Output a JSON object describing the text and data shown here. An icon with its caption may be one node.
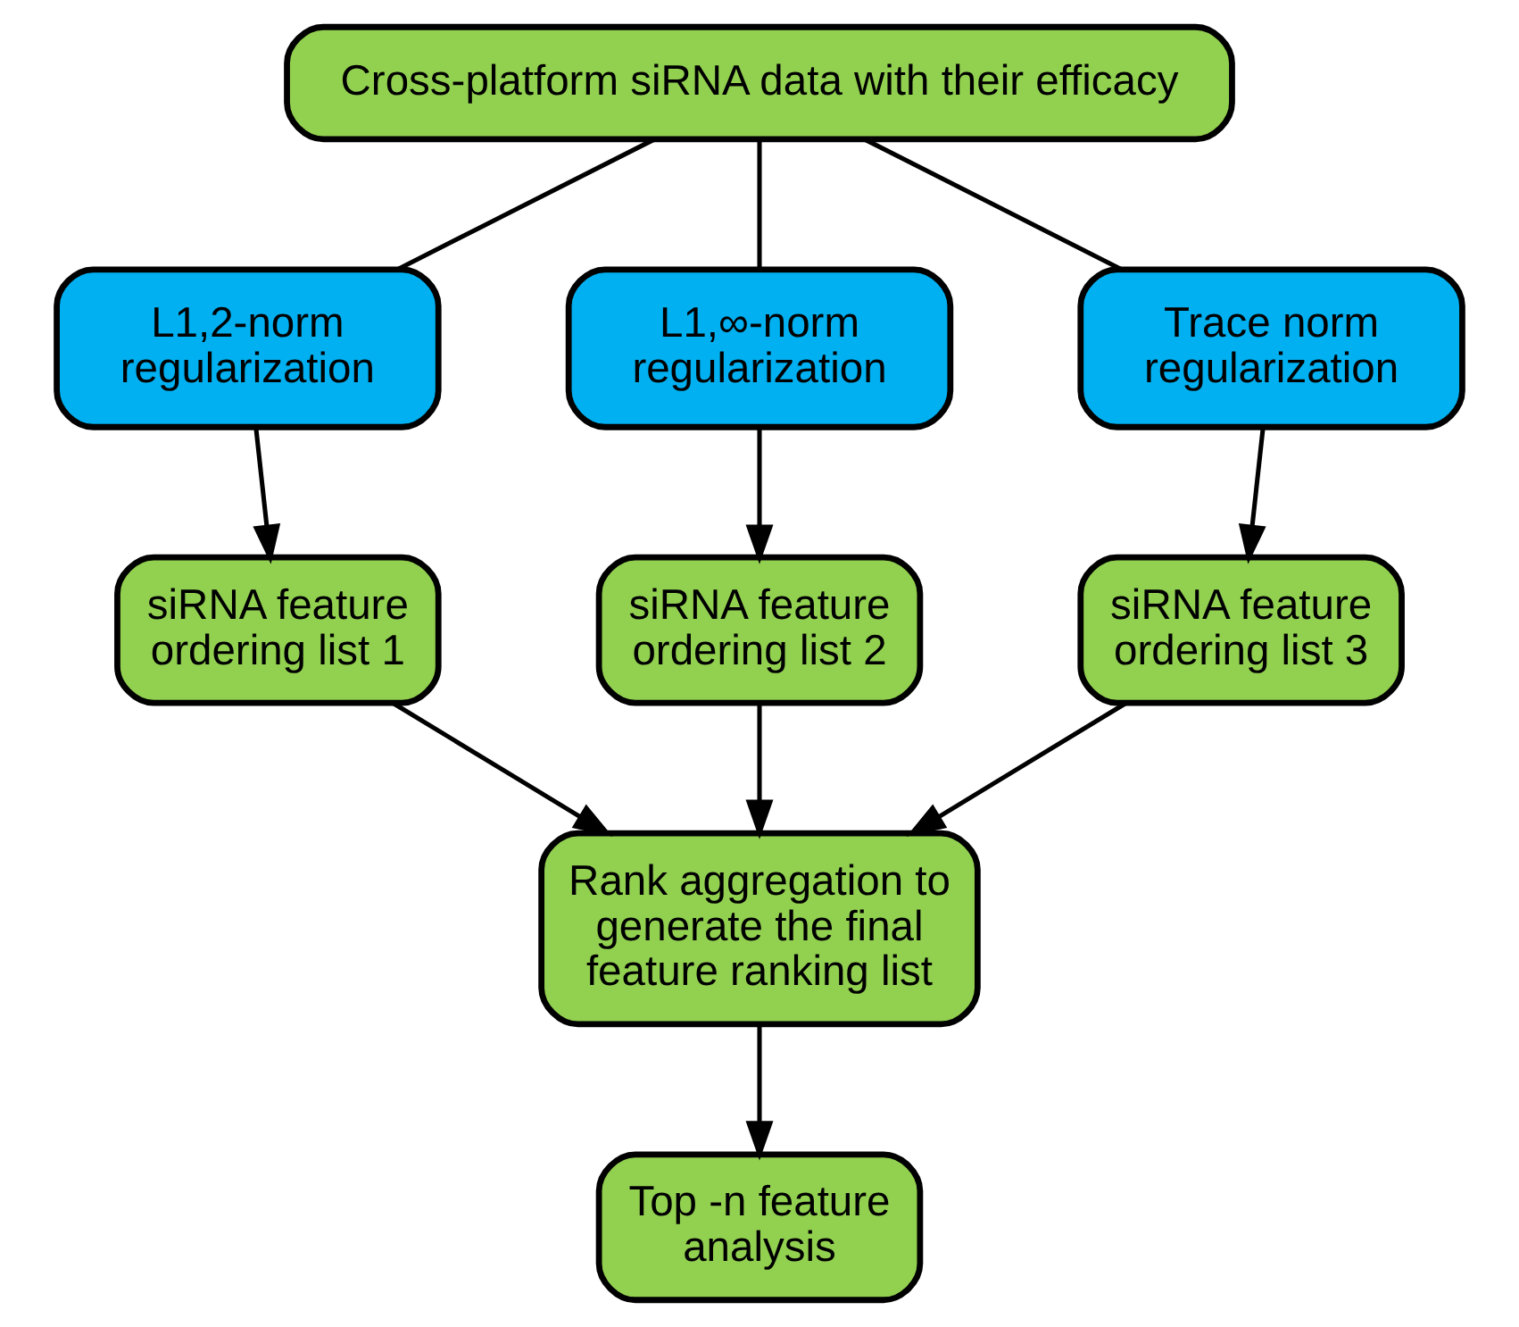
{
  "diagram": {
    "nodes": [
      {
        "text": [
          "Cross-platform siRNA data with their efficacy"
        ]
      },
      {
        "text": [
          "L1,2-norm regularization"
        ]
      },
      {
        "text": [
          "L1,∞-norm regularization"
        ]
      },
      {
        "text": [
          "Trace norm regularization"
        ]
      },
      {
        "text": [
          "siRNA feature ordering list 1"
        ]
      },
      {
        "text": [
          "siRNA feature ordering list 2"
        ]
      },
      {
        "text": [
          "siRNA feature ordering list 3"
        ]
      },
      {
        "text": [
          "Rank aggregation to generate the final feature ranking list"
        ]
      },
      {
        "text": [
          "Top -n feature analysis"
        ]
      }
    ],
    "edges": [
      {
        "from": 0,
        "to": 1,
        "arrow": "none"
      },
      {
        "from": 0,
        "to": 2,
        "arrow": "none"
      },
      {
        "from": 0,
        "to": 3,
        "arrow": "none"
      },
      {
        "from": 1,
        "to": 4,
        "arrow": "to"
      },
      {
        "from": 2,
        "to": 5,
        "arrow": "to"
      },
      {
        "from": 3,
        "to": 6,
        "arrow": "to"
      },
      {
        "from": 4,
        "to": 7,
        "arrow": "to"
      },
      {
        "from": 5,
        "to": 7,
        "arrow": "to"
      },
      {
        "from": 6,
        "to": 7,
        "arrow": "to"
      },
      {
        "from": 7,
        "to": 8,
        "arrow": "to"
      }
    ]
  }
}
